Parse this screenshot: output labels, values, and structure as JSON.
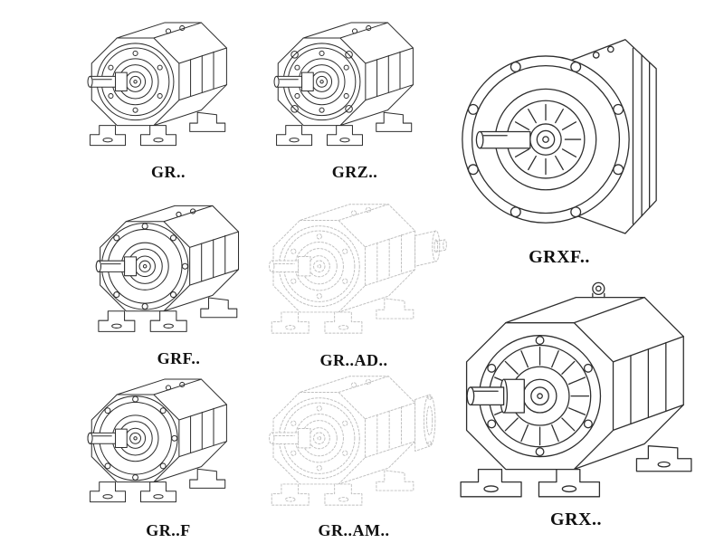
{
  "page": {
    "background_color": "#ffffff",
    "line_color": "#2e2e2e",
    "ghost_line_color": "#c0c0c0",
    "label_color": "#101010"
  },
  "figures": [
    {
      "id": "gr",
      "label": "GR..",
      "style": "solid",
      "mount": "foot"
    },
    {
      "id": "grz",
      "label": "GRZ..",
      "style": "solid",
      "mount": "foot-flange-corners"
    },
    {
      "id": "grxf",
      "label": "GRXF..",
      "style": "solid",
      "mount": "large-flange"
    },
    {
      "id": "grf",
      "label": "GRF..",
      "style": "solid",
      "mount": "flange"
    },
    {
      "id": "gr-ad",
      "label": "GR..AD..",
      "style": "ghost",
      "mount": "foot-input-adapter"
    },
    {
      "id": "grx",
      "label": "GRX..",
      "style": "solid",
      "mount": "large-foot"
    },
    {
      "id": "gr-f",
      "label": "GR..F",
      "style": "solid",
      "mount": "foot-output-flange"
    },
    {
      "id": "gr-am",
      "label": "GR..AM..",
      "style": "ghost",
      "mount": "foot-motor-adapter"
    }
  ]
}
